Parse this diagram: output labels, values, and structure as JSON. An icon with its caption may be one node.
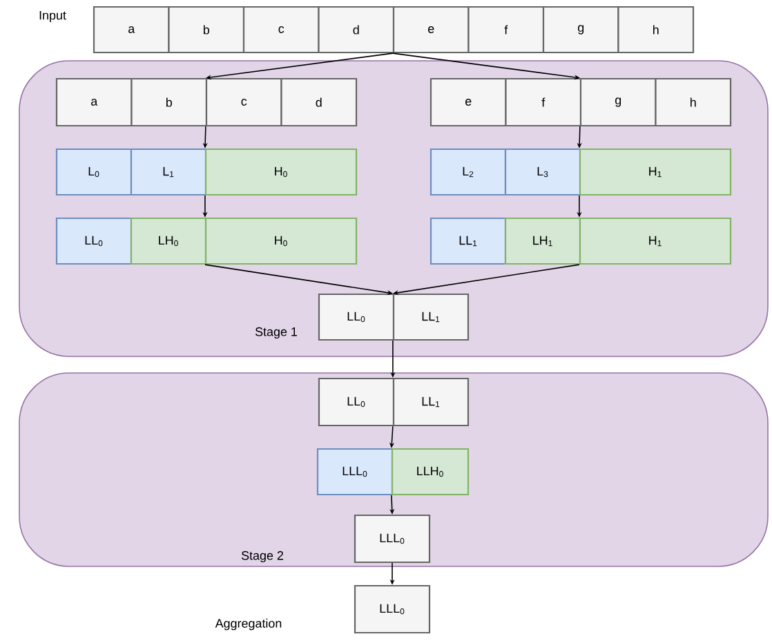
{
  "diagram": {
    "nodes": [
      {
        "text": [
          "a"
        ]
      },
      {
        "text": [
          "b"
        ]
      },
      {
        "text": [
          "c"
        ]
      },
      {
        "text": [
          "d"
        ]
      },
      {
        "text": [
          "e"
        ]
      },
      {
        "text": [
          "f"
        ]
      },
      {
        "text": [
          "g"
        ]
      },
      {
        "text": [
          "h"
        ]
      },
      {
        "text": [
          "Stage 1"
        ]
      },
      {
        "text": [
          "a"
        ],
        "in": 8
      },
      {
        "text": [
          "b"
        ],
        "in": 8
      },
      {
        "text": [
          "c"
        ],
        "in": 8
      },
      {
        "text": [
          "d"
        ],
        "in": 8
      },
      {
        "text": [
          "e"
        ],
        "in": 8
      },
      {
        "text": [
          "f"
        ],
        "in": 8
      },
      {
        "text": [
          "g"
        ],
        "in": 8
      },
      {
        "text": [
          "h"
        ],
        "in": 8
      },
      {
        "text": [
          "L$_{0}$"
        ],
        "in": 8
      },
      {
        "text": [
          "L$_{1}$"
        ],
        "in": 8
      },
      {
        "text": [
          "H$_{0}$"
        ],
        "in": 8
      },
      {
        "text": [
          "L$_{2}$"
        ],
        "in": 8
      },
      {
        "text": [
          "L$_{3}$"
        ],
        "in": 8
      },
      {
        "text": [
          "H$_{1}$"
        ],
        "in": 8
      },
      {
        "text": [
          "LL$_{0}$"
        ],
        "in": 8
      },
      {
        "text": [
          "LH$_{0}$"
        ],
        "in": 8
      },
      {
        "text": [
          "H$_{0}$"
        ],
        "in": 8
      },
      {
        "text": [
          "LL$_{1}$"
        ],
        "in": 8
      },
      {
        "text": [
          "LH$_{1}$"
        ],
        "in": 8
      },
      {
        "text": [
          "H$_{1}$"
        ],
        "in": 8
      },
      {
        "text": [
          "LL$_{0}$"
        ],
        "in": 8
      },
      {
        "text": [
          "LL$_{1}$"
        ],
        "in": 8
      },
      {
        "text": [
          "Stage 2"
        ]
      },
      {
        "text": [
          "LL$_{0}$"
        ],
        "in": 31
      },
      {
        "text": [
          "LL$_{1}$"
        ],
        "in": 31
      },
      {
        "text": [
          "LLL$_{0}$"
        ],
        "in": 31
      },
      {
        "text": [
          "LLH$_{0}$"
        ],
        "in": 31
      },
      {
        "text": [
          "LLL$_{0}$"
        ],
        "in": 31
      },
      {
        "text": [
          "LLL$_{0}$"
        ]
      }
    ],
    "edges": [
      {
        "from": 4,
        "to": 11,
        "arrow": "to"
      },
      {
        "from": 4,
        "to": 15,
        "arrow": "to"
      },
      {
        "from": 11,
        "to": 19,
        "arrow": "to"
      },
      {
        "from": 15,
        "to": 22,
        "arrow": "to"
      },
      {
        "from": 19,
        "to": 25,
        "arrow": "to"
      },
      {
        "from": 22,
        "to": 28,
        "arrow": "to"
      },
      {
        "from": 25,
        "to": 30,
        "arrow": "to"
      },
      {
        "from": 28,
        "to": 30,
        "arrow": "to"
      },
      {
        "from": 30,
        "to": 33,
        "arrow": "to"
      },
      {
        "from": 33,
        "to": 35,
        "arrow": "to"
      },
      {
        "from": 35,
        "to": 36,
        "arrow": "to"
      },
      {
        "from": 36,
        "to": 37,
        "arrow": "to"
      }
    ],
    "labels": [
      "Input",
      "Aggregation"
    ]
  }
}
